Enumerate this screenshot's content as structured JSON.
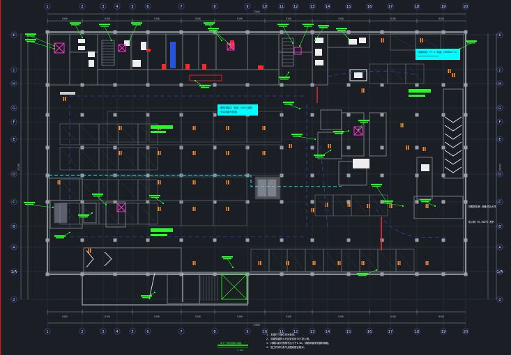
{
  "drawing": {
    "colors": {
      "background": "#1b1e25",
      "wall": "#8a8f98",
      "grid": "#3d4250",
      "axis_line": "#3c4a8a",
      "dim": "#b8c0d0",
      "annotation": "#22ff22",
      "highlight_box": "#00ffff",
      "fixture": "#ff8a1e",
      "dashed": "#19c6c6",
      "red_line": "#ff2a2a",
      "duct_blue": "#2a5cff",
      "room_fill": "#f2f2f2"
    },
    "axis_top": [
      "1",
      "2",
      "3",
      "4",
      "5",
      "6",
      "7",
      "8",
      "9",
      "10",
      "11",
      "12",
      "13",
      "14",
      "15",
      "16",
      "17",
      "18",
      "19",
      "20"
    ],
    "axis_bottom": [
      "1",
      "2",
      "3",
      "4",
      "5",
      "6",
      "7",
      "8",
      "9",
      "10",
      "11",
      "12",
      "13",
      "14",
      "15",
      "16",
      "17",
      "18",
      "19",
      "20"
    ],
    "axis_left": [
      "K",
      "J",
      "H",
      "G",
      "F",
      "E",
      "D",
      "C",
      "B",
      "A",
      "1/A",
      "2"
    ],
    "axis_right": [
      "K",
      "J",
      "H",
      "G",
      "F",
      "E",
      "D",
      "C",
      "B",
      "A",
      "1/A",
      "2"
    ],
    "overall_dim_top": "72000",
    "overall_dim_bottom": "72000",
    "overall_dim_left": "55200",
    "overall_dim_right": "55200",
    "dims_top": [
      "8400",
      "8100",
      "8100",
      "8100",
      "8100",
      "8100",
      "8100",
      "8100",
      "8400"
    ],
    "dims_bottom": [
      "8400",
      "8100",
      "8100",
      "8100",
      "8100",
      "8100",
      "8100",
      "8100",
      "8400"
    ],
    "callout_boxes": [
      "排烟风机 PY-1 风量 28000m³/h",
      "消防排烟口 常闭 280℃熔断",
      "详见排烟系统图"
    ],
    "title_block": {
      "plan_title": "地下一层防排烟平面图",
      "scale": "1:100"
    },
    "notes": [
      "1. 本图尺寸单位均为毫米。",
      "2. 风管穿越防火分区处均设70℃防火阀。",
      "3. 排烟口距可燃物不应小于1.0m，排烟风管采用镀锌钢板。",
      "4. 施工时请与各专业图纸配合核对。"
    ],
    "side_note": [
      "排烟风机房 设备详见大样",
      "防火阀 FD-280℃ 常开"
    ]
  }
}
